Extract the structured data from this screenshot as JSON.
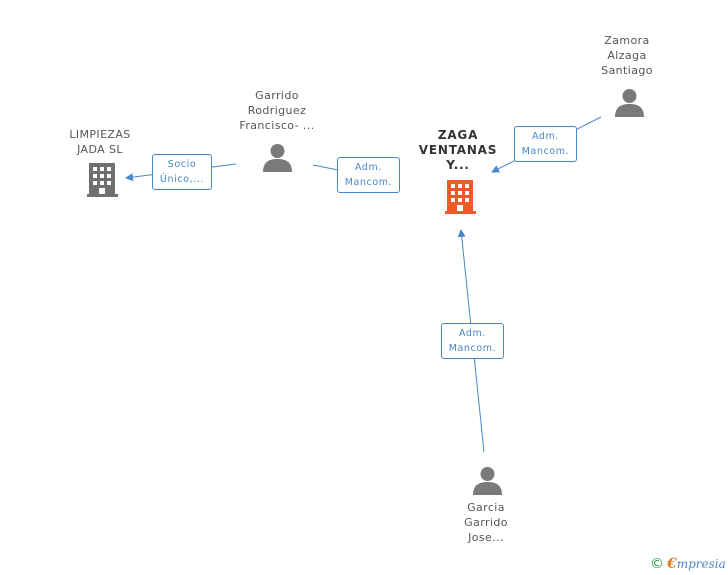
{
  "nodes": {
    "limpiezas": {
      "lines": [
        "LIMPIEZAS",
        "JADA SL"
      ],
      "kind": "company"
    },
    "zaga": {
      "lines": [
        "ZAGA",
        "VENTANAS",
        "Y..."
      ],
      "kind": "company-main"
    },
    "garrido_francisco": {
      "lines": [
        "Garrido",
        "Rodriguez",
        "Francisco- ..."
      ],
      "kind": "person"
    },
    "zamora": {
      "lines": [
        "Zamora",
        "Alzaga",
        "Santiago"
      ],
      "kind": "person"
    },
    "garcia": {
      "lines": [
        "Garcia",
        "Garrido",
        "Jose..."
      ],
      "kind": "person"
    }
  },
  "edges": {
    "socio": {
      "lines": [
        "Socio",
        "Único,..."
      ],
      "from": "Garrido Rodriguez Francisco- ...",
      "to": "LIMPIEZAS JADA SL"
    },
    "adm_garrido": {
      "lines": [
        "Adm.",
        "Mancom."
      ],
      "from": "Garrido Rodriguez Francisco- ...",
      "to": "ZAGA VENTANAS Y..."
    },
    "adm_zamora": {
      "lines": [
        "Adm.",
        "Mancom."
      ],
      "from": "Zamora Alzaga Santiago",
      "to": "ZAGA VENTANAS Y..."
    },
    "adm_garcia": {
      "lines": [
        "Adm.",
        "Mancom."
      ],
      "from": "Garcia Garrido Jose...",
      "to": "ZAGA VENTANAS Y..."
    }
  },
  "colors": {
    "edge": "#4a86c8",
    "person_icon": "#7a7a7a",
    "company_icon": "#707070",
    "main_company_icon": "#f05a28"
  },
  "icons": {
    "person": "person-icon",
    "company": "building-icon",
    "brand_copyright": "copyright-icon"
  },
  "brand": {
    "copyright": "©",
    "e": "€",
    "rest": "mpresia"
  }
}
